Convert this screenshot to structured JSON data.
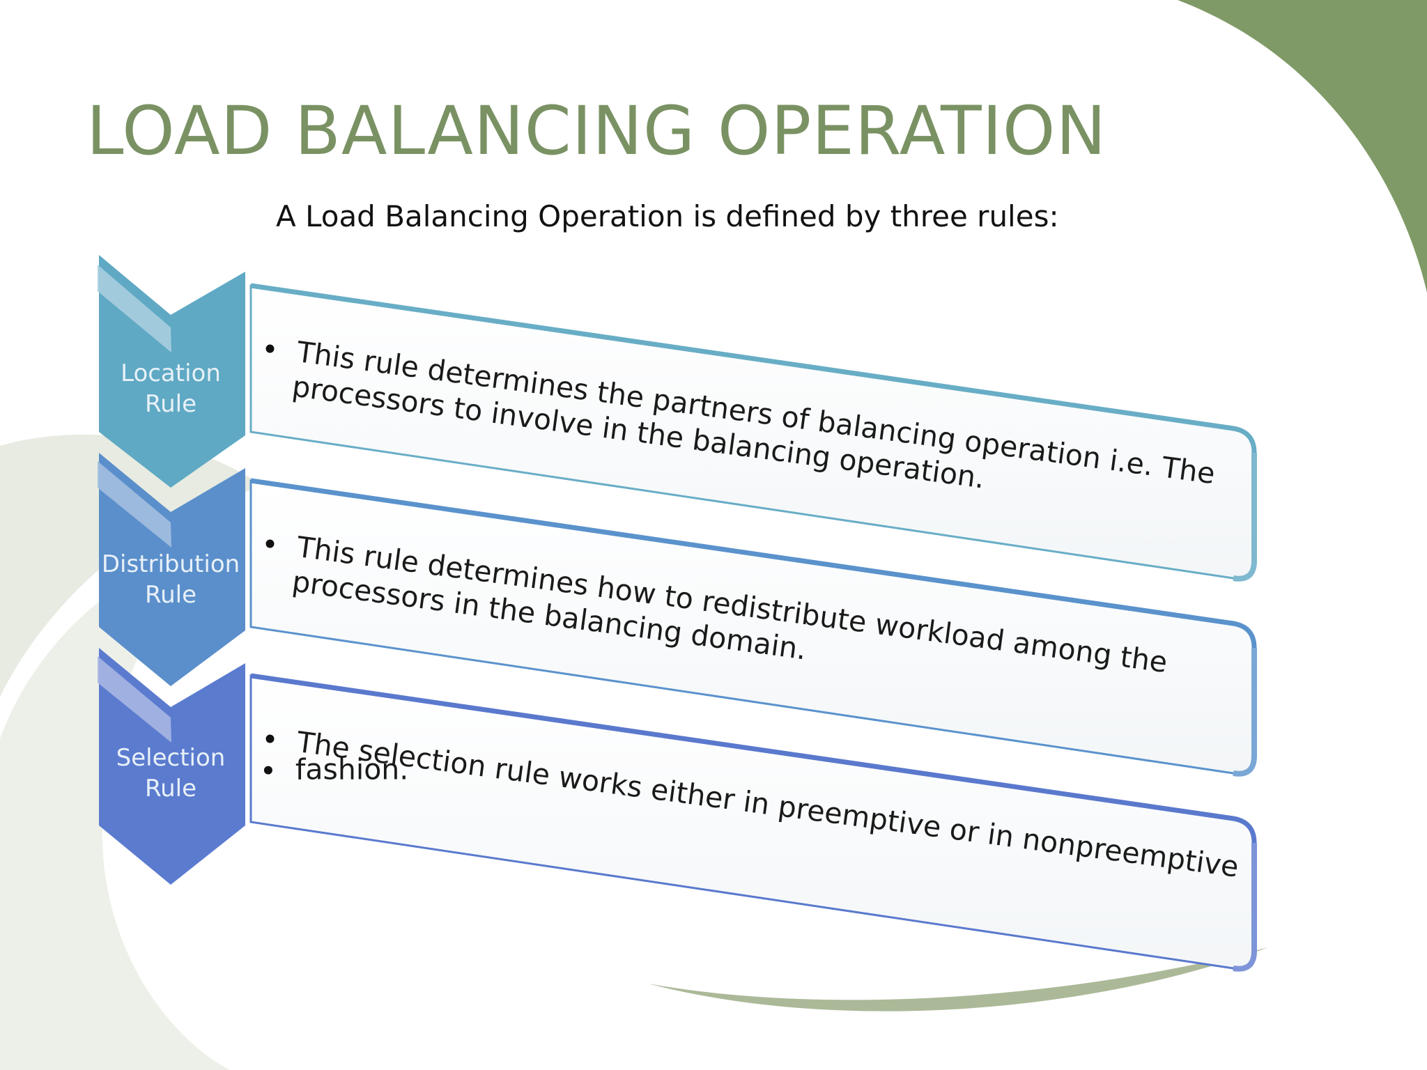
{
  "slide": {
    "title": "LOAD BALANCING OPERATION",
    "subtitle": "A Load Balancing Operation is defined by three rules:"
  },
  "rules": [
    {
      "label_line1": "Location",
      "label_line2": "Rule",
      "color": "#5fa9c4",
      "bullets": [
        {
          "text": "This rule determines the partners of balancing operation i.e. The",
          "continuation": "processors to involve in the balancing operation."
        }
      ]
    },
    {
      "label_line1": "Distribution",
      "label_line2": "Rule",
      "color": "#5b8fcb",
      "bullets": [
        {
          "text": "This rule determines how to redistribute workload among the",
          "continuation": "processors in the balancing domain."
        }
      ]
    },
    {
      "label_line1": "Selection",
      "label_line2": "Rule",
      "color": "#5b7bcf",
      "bullets": [
        {
          "text": "The selection rule works either in preemptive or in nonpreemptive"
        },
        {
          "text": "fashion."
        }
      ]
    }
  ],
  "theme": {
    "title_color": "#7a9263",
    "accent_green": "#7f9a66",
    "swirl_gray": "#e7ebe1"
  }
}
